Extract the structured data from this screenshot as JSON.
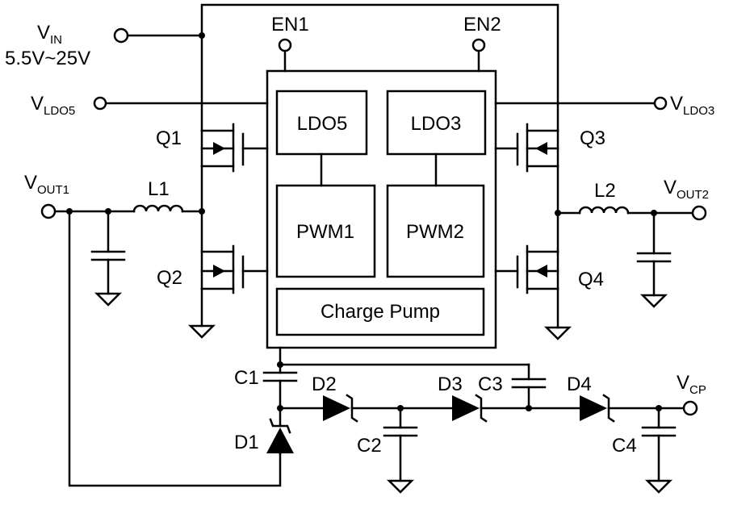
{
  "supply": {
    "vin_main": "V",
    "vin_sub": "IN",
    "vin_range": "5.5V~25V",
    "vldo5_main": "V",
    "vldo5_sub": "LDO5",
    "vldo3_main": "V",
    "vldo3_sub": "LDO3"
  },
  "enables": {
    "en1": "EN1",
    "en2": "EN2"
  },
  "ic_blocks": {
    "ldo5": "LDO5",
    "ldo3": "LDO3",
    "pwm1": "PWM1",
    "pwm2": "PWM2",
    "charge_pump": "Charge Pump"
  },
  "transistors": {
    "q1": "Q1",
    "q2": "Q2",
    "q3": "Q3",
    "q4": "Q4"
  },
  "inductors": {
    "l1": "L1",
    "l2": "L2"
  },
  "outputs": {
    "vout1_main": "V",
    "vout1_sub": "OUT1",
    "vout2_main": "V",
    "vout2_sub": "OUT2",
    "vcp_main": "V",
    "vcp_sub": "CP"
  },
  "capacitors": {
    "c1": "C1",
    "c2": "C2",
    "c3": "C3",
    "c4": "C4"
  },
  "diodes": {
    "d1": "D1",
    "d2": "D2",
    "d3": "D3",
    "d4": "D4"
  }
}
